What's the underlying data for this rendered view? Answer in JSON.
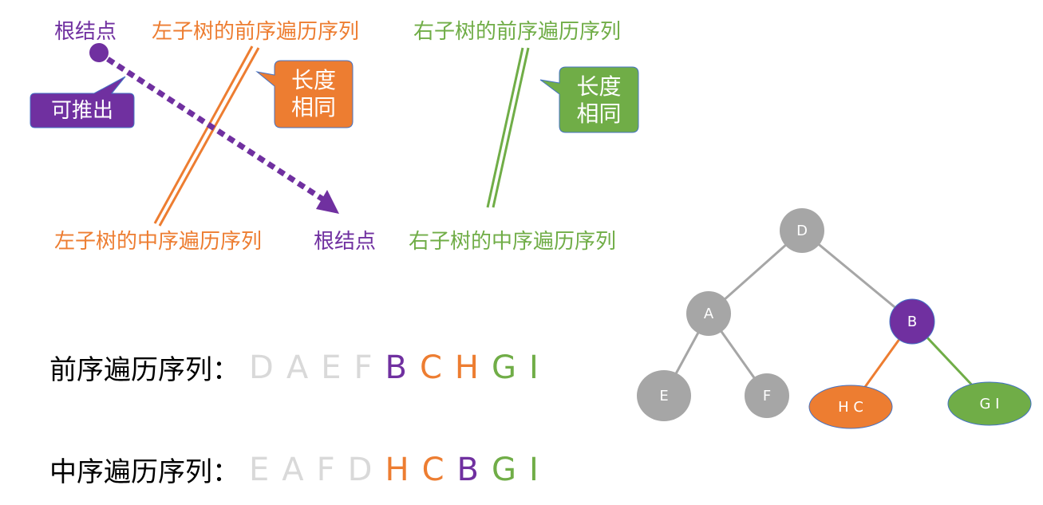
{
  "colors": {
    "root": "#7030A0",
    "left": "#ED7D31",
    "right": "#70AD47",
    "faded": "#D9D9D9",
    "node_gray": "#A6A6A6",
    "edge_gray": "#A6A6A6"
  },
  "top_labels": {
    "root": "根结点",
    "left_pre": "左子树的前序遍历序列",
    "right_pre": "右子树的前序遍历序列"
  },
  "bottom_labels": {
    "left_in": "左子树的中序遍历序列",
    "root": "根结点",
    "right_in": "右子树的中序遍历序列"
  },
  "callouts": {
    "derive": "可推出",
    "same_len_left": [
      "长度",
      "相同"
    ],
    "same_len_right": [
      "长度",
      "相同"
    ]
  },
  "sequences": {
    "preorder": {
      "label": "前序遍历序列：",
      "letters": [
        {
          "ch": "D",
          "role": "faded"
        },
        {
          "ch": "A",
          "role": "faded"
        },
        {
          "ch": "E",
          "role": "faded"
        },
        {
          "ch": "F",
          "role": "faded"
        },
        {
          "ch": "B",
          "role": "root"
        },
        {
          "ch": "C",
          "role": "left"
        },
        {
          "ch": "H",
          "role": "left"
        },
        {
          "ch": "G",
          "role": "right"
        },
        {
          "ch": "I",
          "role": "right"
        }
      ]
    },
    "inorder": {
      "label": "中序遍历序列：",
      "letters": [
        {
          "ch": "E",
          "role": "faded"
        },
        {
          "ch": "A",
          "role": "faded"
        },
        {
          "ch": "F",
          "role": "faded"
        },
        {
          "ch": "D",
          "role": "faded"
        },
        {
          "ch": "H",
          "role": "left"
        },
        {
          "ch": "C",
          "role": "left"
        },
        {
          "ch": "B",
          "role": "root"
        },
        {
          "ch": "G",
          "role": "right"
        },
        {
          "ch": "I",
          "role": "right"
        }
      ]
    }
  },
  "tree": {
    "nodes": [
      {
        "id": "D",
        "label": "D",
        "role": "gray"
      },
      {
        "id": "A",
        "label": "A",
        "role": "gray"
      },
      {
        "id": "B",
        "label": "B",
        "role": "root"
      },
      {
        "id": "E",
        "label": "E",
        "role": "gray"
      },
      {
        "id": "F",
        "label": "F",
        "role": "gray"
      },
      {
        "id": "HC",
        "label": "H C",
        "role": "left"
      },
      {
        "id": "GI",
        "label": "G I",
        "role": "right"
      }
    ],
    "edges": [
      {
        "from": "D",
        "to": "A",
        "role": "gray"
      },
      {
        "from": "D",
        "to": "B",
        "role": "gray"
      },
      {
        "from": "A",
        "to": "E",
        "role": "gray"
      },
      {
        "from": "A",
        "to": "F",
        "role": "gray"
      },
      {
        "from": "B",
        "to": "HC",
        "role": "left"
      },
      {
        "from": "B",
        "to": "GI",
        "role": "right"
      }
    ]
  }
}
